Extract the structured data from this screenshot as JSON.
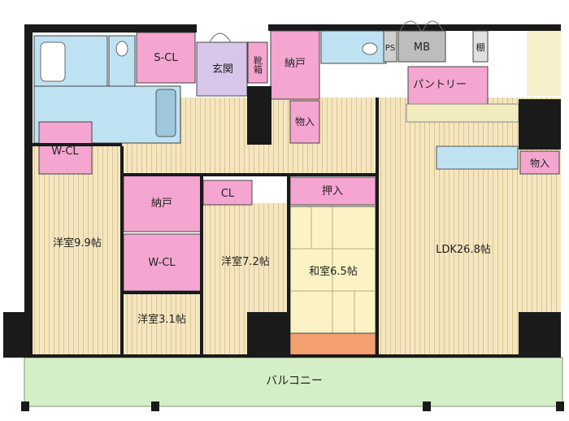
{
  "rooms": {
    "s_cl": "S-CL",
    "genkan": "玄関",
    "kutsubako": "靴箱",
    "nando_top": "納戸",
    "ps": "PS",
    "mb": "MB",
    "tana": "棚",
    "pantry": "パントリー",
    "monoire_center": "物入",
    "monoire_right": "物入",
    "wcl_left": "W-CL",
    "nando_mid": "納戸",
    "cl": "CL",
    "oshiire": "押入",
    "wcl_mid": "W-CL",
    "yoshitsu_99": "洋室9.9帖",
    "yoshitsu_72": "洋室7.2帖",
    "washitsu_65": "和室6.5帖",
    "ldk_268": "LDK26.8帖",
    "yoshitsu_31": "洋室3.1帖",
    "balcony": "バルコニー"
  },
  "colors": {
    "wall": "#1a1a1a",
    "closet": "#f4a6d0",
    "wet_area": "#bfe2f2",
    "entrance": "#d7c6ea",
    "flooring": "#f4e6bf",
    "tatami": "#fbf3c4",
    "tokonoma": "#f4a070",
    "balcony": "#d4efc7",
    "counter": "#f2ebc0"
  }
}
